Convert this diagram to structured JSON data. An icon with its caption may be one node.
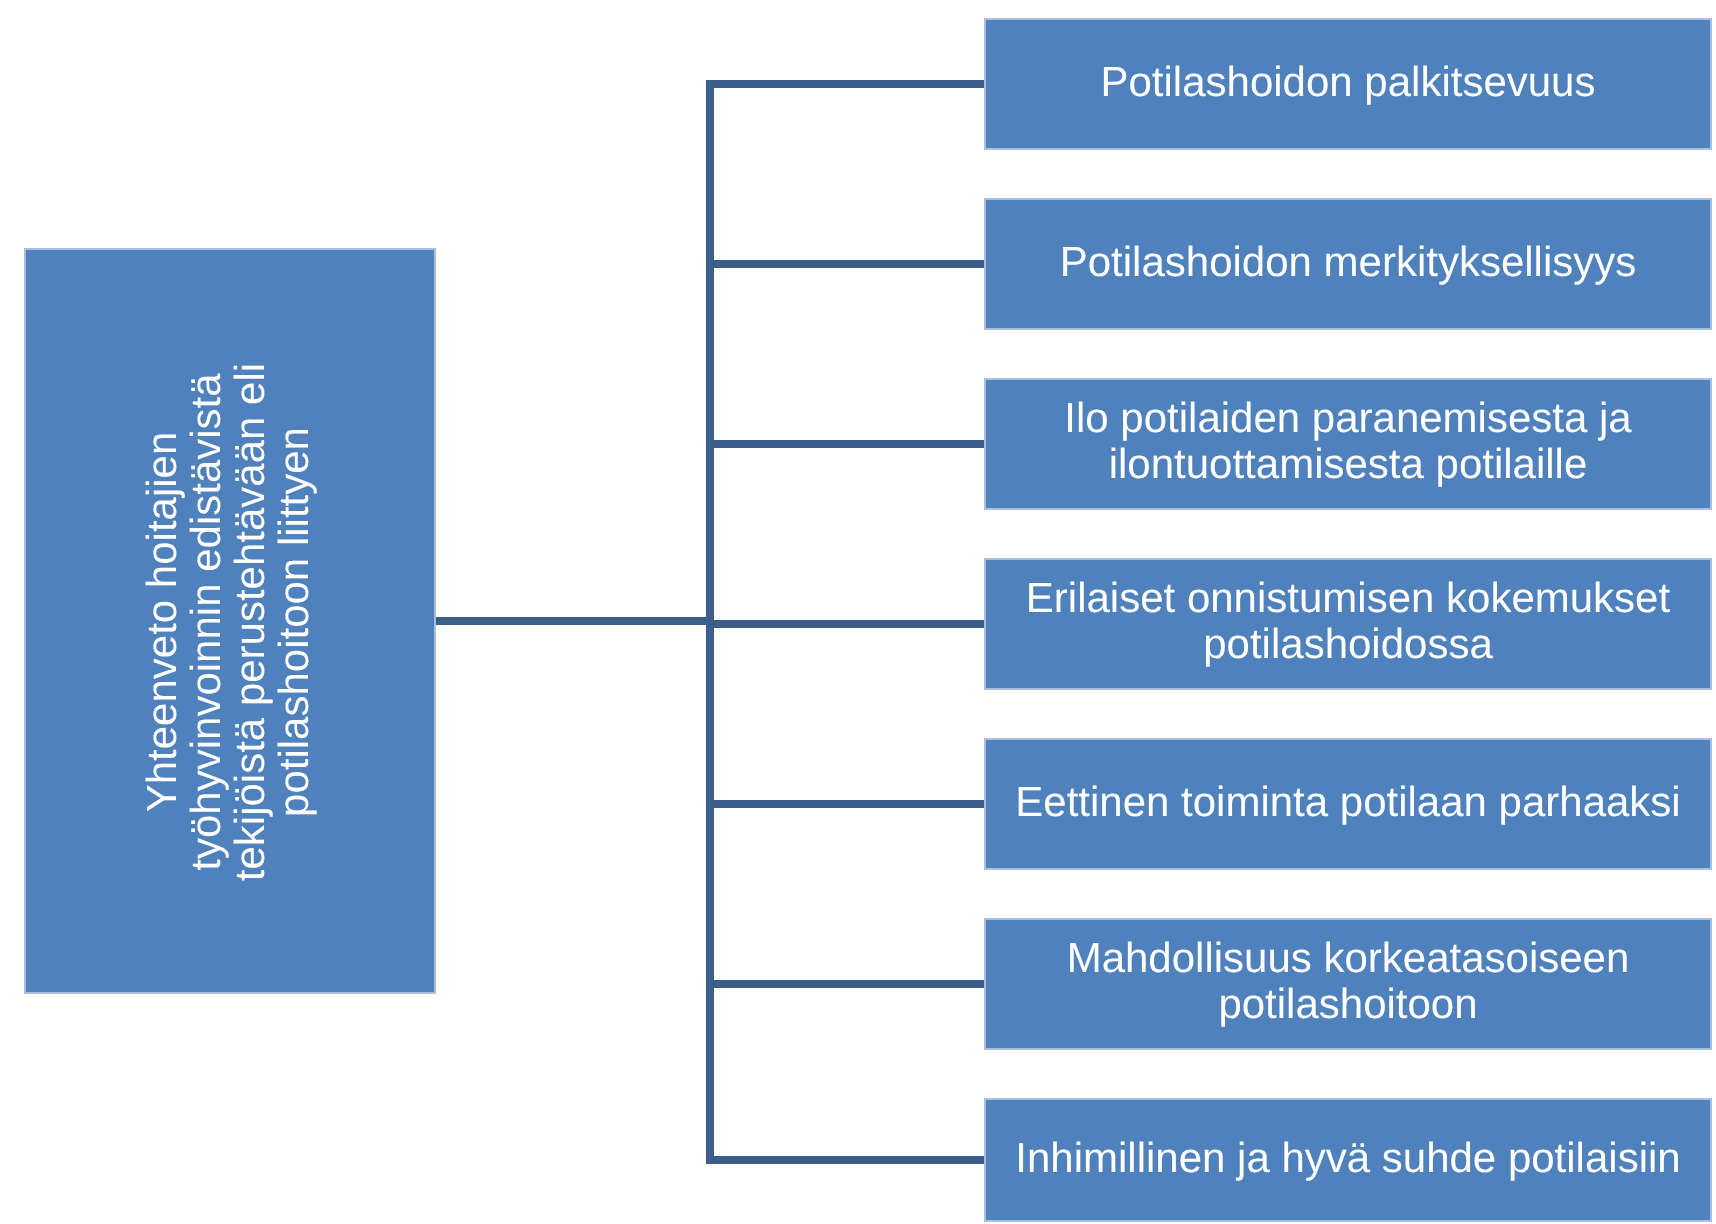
{
  "diagram": {
    "nodes": [
      {
        "text": [
          "Yhteenveto hoitajien työhyvinvoinnin edistävistä tekijöistä perustehtävään eli potilashoitoon liittyen"
        ]
      },
      {
        "text": [
          "Potilashoidon palkitsevuus"
        ]
      },
      {
        "text": [
          "Potilashoidon merkityksellisyys"
        ]
      },
      {
        "text": [
          "Ilo potilaiden paranemisesta ja ilontuottamisesta potilaille"
        ]
      },
      {
        "text": [
          "Erilaiset onnistumisen kokemukset potilashoidossa"
        ]
      },
      {
        "text": [
          "Eettinen toiminta potilaan parhaaksi"
        ]
      },
      {
        "text": [
          "Mahdollisuus korkeatasoiseen potilashoitoon"
        ]
      },
      {
        "text": [
          "Inhimillinen ja hyvä suhde potilaisiin"
        ]
      }
    ],
    "edges": [
      {
        "from": 0,
        "to": 1,
        "arrow": "none"
      },
      {
        "from": 0,
        "to": 2,
        "arrow": "none"
      },
      {
        "from": 0,
        "to": 3,
        "arrow": "none"
      },
      {
        "from": 0,
        "to": 4,
        "arrow": "none"
      },
      {
        "from": 0,
        "to": 5,
        "arrow": "none"
      },
      {
        "from": 0,
        "to": 6,
        "arrow": "none"
      },
      {
        "from": 0,
        "to": 7,
        "arrow": "none"
      }
    ]
  }
}
